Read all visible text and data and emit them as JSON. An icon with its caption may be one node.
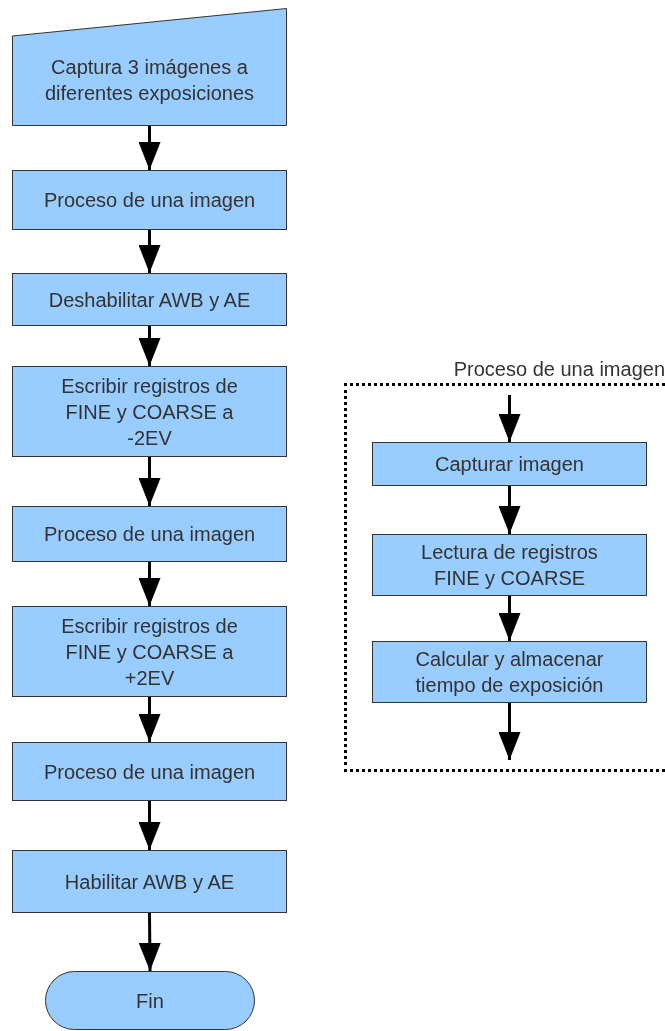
{
  "diagram": {
    "nodes": [
      {
        "text": [
          "Captura 3 imágenes a diferentes exposiciones"
        ]
      },
      {
        "text": [
          "Proceso de una imagen"
        ]
      },
      {
        "text": [
          "Deshabilitar AWB y AE"
        ]
      },
      {
        "text": [
          "Escribir registros de FINE y COARSE a -2EV"
        ]
      },
      {
        "text": [
          "Proceso de una imagen"
        ]
      },
      {
        "text": [
          "Escribir registros de FINE y COARSE a +2EV"
        ]
      },
      {
        "text": [
          "Proceso de una imagen"
        ]
      },
      {
        "text": [
          "Habilitar AWB y AE"
        ]
      },
      {
        "text": [
          "Fin"
        ]
      },
      {
        "text": [
          "Proceso de una imagen"
        ]
      },
      {
        "text": [
          "Capturar imagen"
        ],
        "in": 9
      },
      {
        "text": [
          "Lectura de registros FINE y COARSE"
        ],
        "in": 9
      },
      {
        "text": [
          "Calcular y almacenar tiempo de exposición"
        ],
        "in": 9
      }
    ],
    "edges": [
      {
        "from": 0,
        "to": 1,
        "arrow": "to"
      },
      {
        "from": 1,
        "to": 2,
        "arrow": "to"
      },
      {
        "from": 2,
        "to": 3,
        "arrow": "to"
      },
      {
        "from": 3,
        "to": 4,
        "arrow": "to"
      },
      {
        "from": 4,
        "to": 5,
        "arrow": "to"
      },
      {
        "from": 5,
        "to": 6,
        "arrow": "to"
      },
      {
        "from": 6,
        "to": 7,
        "arrow": "to"
      },
      {
        "from": 7,
        "to": 8,
        "arrow": "to"
      },
      {
        "from": null,
        "to": 10,
        "arrow": "to"
      },
      {
        "from": 10,
        "to": 11,
        "arrow": "to"
      },
      {
        "from": 11,
        "to": 12,
        "arrow": "to"
      },
      {
        "from": 12,
        "to": null,
        "arrow": "to"
      }
    ]
  }
}
